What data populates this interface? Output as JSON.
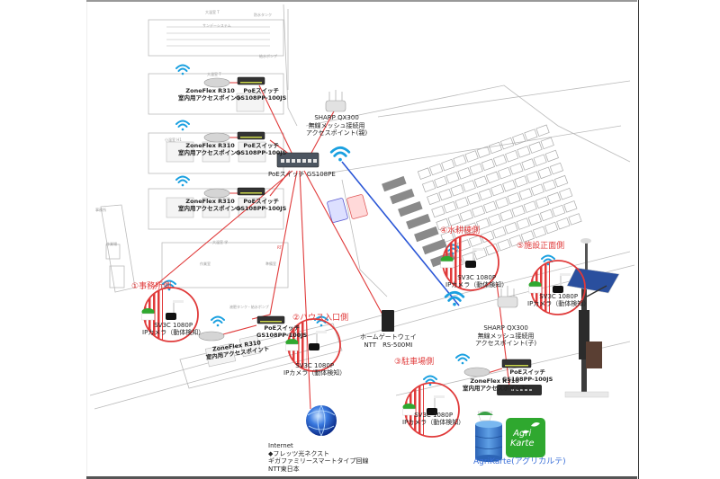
{
  "title": "農場ネットワーク構成図",
  "floorplan_labels": {
    "top_house": "大温室 T",
    "top_house_sub": "サンデーシステム",
    "tank": "防水タンク",
    "pump": "給水ポンプ",
    "house2": "大温室 T",
    "house_small": "小温室 H1",
    "office": "事務所",
    "work_area": "作業場",
    "big_house_lower": "大温室 学",
    "work_room": "作業室",
    "prep_room": "準備室",
    "parking_ref": "RT",
    "fertilizer": "液肥タンク・給水ポンプ"
  },
  "devices": {
    "ap_indoor_label_1": "ZoneFlex R310",
    "ap_indoor_label_2": "室内用アクセスポイント",
    "poe_small_1": "PoEスイッチ",
    "poe_small_2": "GS108PP-100JS",
    "poe_main": "PoEスイッチ GS108PE",
    "mesh_parent_1": "SHARP QX300",
    "mesh_parent_2": "無線メッシュ接続用",
    "mesh_parent_3": "アクセスポイント(親)",
    "mesh_child_1": "SHARP QX300",
    "mesh_child_2": "無線メッシュ接続用",
    "mesh_child_3": "アクセスポイント(子)",
    "gateway_1": "ホームゲートウェイ",
    "gateway_2": "NTT　RS-500MI",
    "internet_1": "Internet",
    "internet_2": "◆フレッツ光ネクスト",
    "internet_3": "ギガファミリースマートタイプ回線",
    "internet_4": "NTT東日本",
    "agrikarte_caption": "AgriKarte(アグリカルテ)",
    "agrikarte_logo_1": "Agri",
    "agrikarte_logo_2": "Karte"
  },
  "cameras": [
    {
      "title": "①事務所側",
      "model": "SV3C 1080P",
      "type": "IPカメラ（動体検知）"
    },
    {
      "title": "②ハウス入口側",
      "model": "SV3C 1080P",
      "type": "IPカメラ（動体検知）"
    },
    {
      "title": "③駐車場側",
      "model": "SV3C 1080P",
      "type": "IPカメラ（動体検知）"
    },
    {
      "title": "④水耕棟側",
      "model": "SV3C 1080P",
      "type": "IPカメラ（動体検知）"
    },
    {
      "title": "⑤施設正面側",
      "model": "SV3C 1080P",
      "type": "IPカメラ（動体検知）"
    }
  ],
  "colors": {
    "wired": "#e03a3a",
    "wireless": "#2a56d6",
    "wifi": "#1aa0e0",
    "agri_green": "#2fa82f",
    "db_blue": "#3a78c8"
  }
}
